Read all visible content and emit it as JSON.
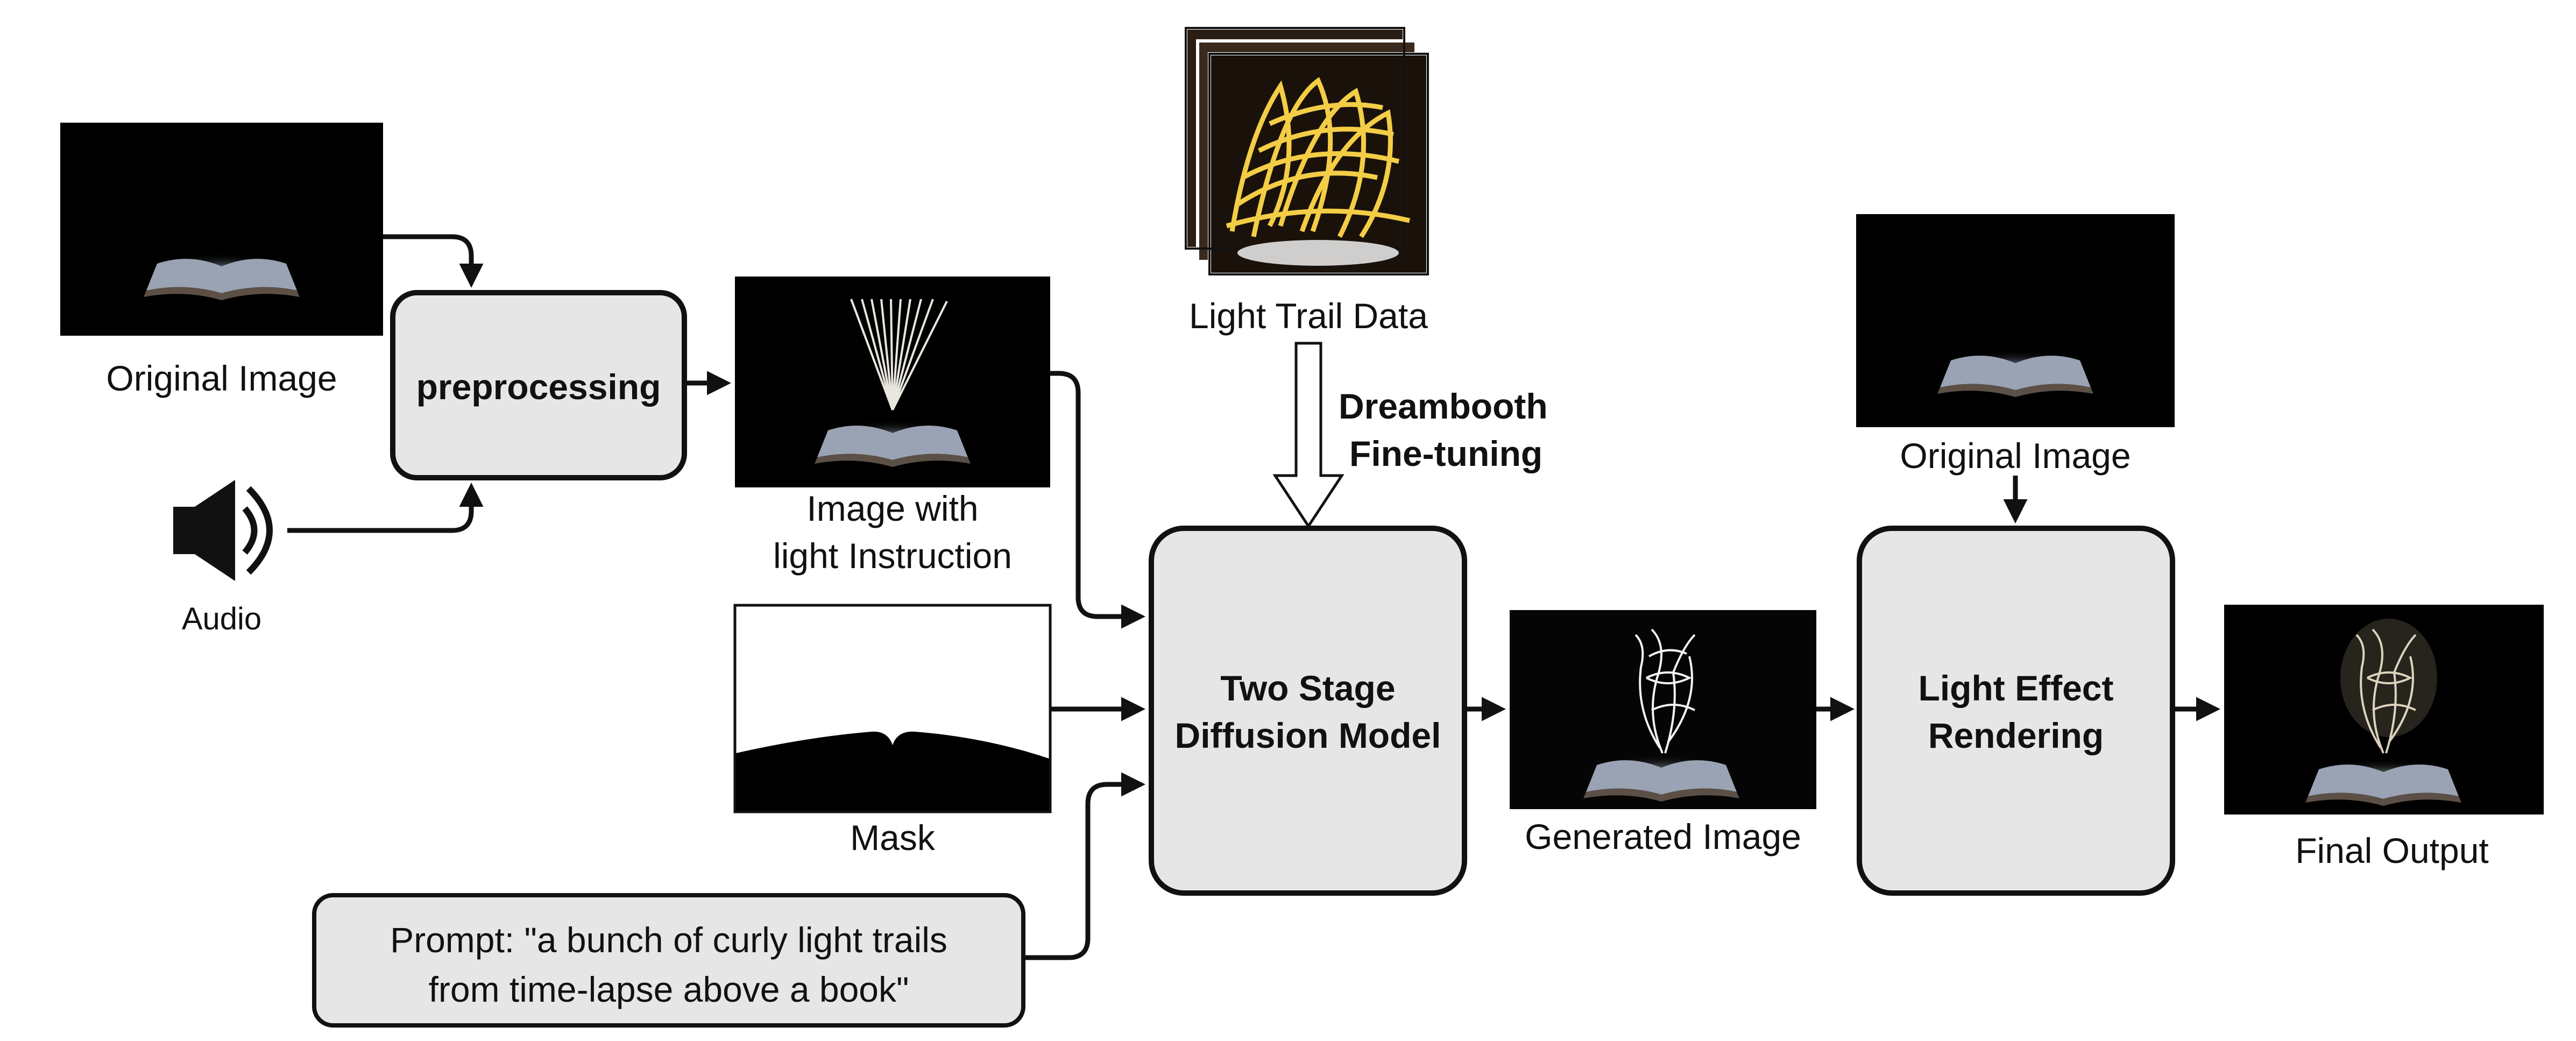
{
  "images": {
    "original_image_1": {
      "caption": "Original Image"
    },
    "instruction_image": {
      "caption_line1": "Image with",
      "caption_line2": "light Instruction"
    },
    "mask": {
      "caption": "Mask"
    },
    "light_trail_data": {
      "caption": "Light Trail Data"
    },
    "generated_image": {
      "caption": "Generated Image"
    },
    "original_image_2": {
      "caption": "Original Image"
    },
    "final_output": {
      "caption": "Final Output"
    }
  },
  "audio": {
    "caption": "Audio"
  },
  "boxes": {
    "preprocessing": {
      "label": "preprocessing"
    },
    "diffusion": {
      "line1": "Two Stage",
      "line2": "Diffusion Model"
    },
    "rendering": {
      "line1": "Light Effect",
      "line2": "Rendering"
    }
  },
  "finetune": {
    "line1": "Dreambooth",
    "line2": "Fine-tuning"
  },
  "prompt": {
    "line1": "Prompt: \"a bunch of curly light trails",
    "line2": "from time-lapse above a book\""
  },
  "colors": {
    "box_fill": "#e6e6e6",
    "stroke": "#111111",
    "photo_bg": "#000000",
    "light": "#ffd84a"
  }
}
